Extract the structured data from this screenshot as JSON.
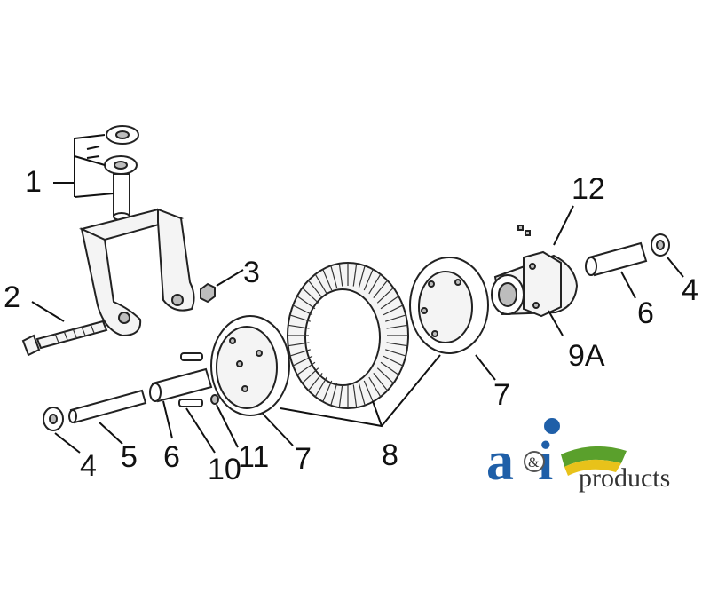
{
  "diagram": {
    "callouts": [
      {
        "id": "c1",
        "text": "1"
      },
      {
        "id": "c2",
        "text": "2"
      },
      {
        "id": "c3",
        "text": "3"
      },
      {
        "id": "c4a",
        "text": "4"
      },
      {
        "id": "c4b",
        "text": "4"
      },
      {
        "id": "c5",
        "text": "5"
      },
      {
        "id": "c6a",
        "text": "6"
      },
      {
        "id": "c6b",
        "text": "6"
      },
      {
        "id": "c7a",
        "text": "7"
      },
      {
        "id": "c7b",
        "text": "7"
      },
      {
        "id": "c8",
        "text": "8"
      },
      {
        "id": "c9a",
        "text": "9A"
      },
      {
        "id": "c10",
        "text": "10"
      },
      {
        "id": "c11",
        "text": "11"
      },
      {
        "id": "c12",
        "text": "12"
      }
    ]
  },
  "logo": {
    "brand": "a",
    "brand_i": "i",
    "amp": "&",
    "sub": "products",
    "colors": {
      "blue": "#1f5fa8",
      "green": "#5aa02c",
      "yellow": "#e8c21a"
    }
  }
}
